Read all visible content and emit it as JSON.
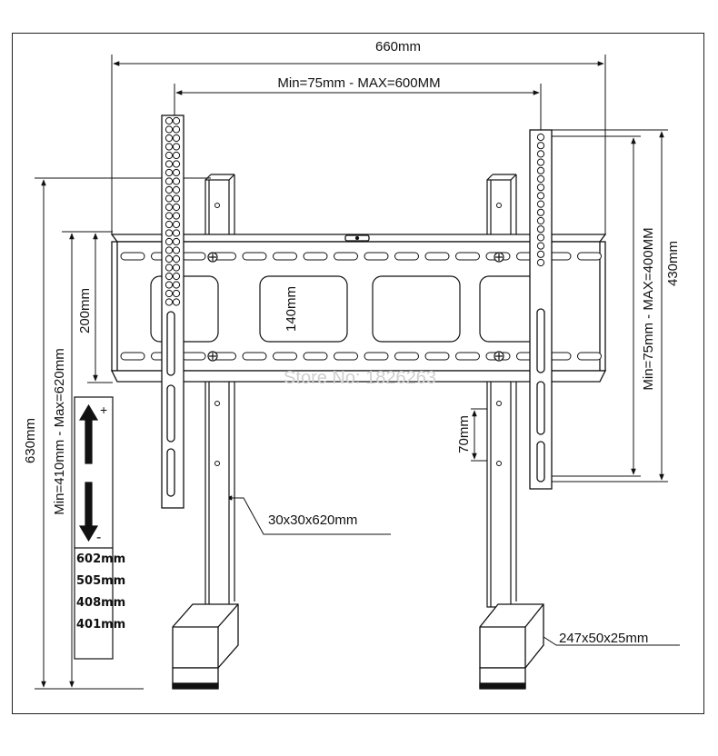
{
  "dimensions": {
    "overall_width": "660mm",
    "vesa_horizontal": "Min=75mm - MAX=600MM",
    "vesa_vertical": "Min=75mm - MAX=400MM",
    "arm_height": "430mm",
    "total_height": "630mm",
    "adjust_range": "Min=410mm - Max=620mm",
    "plate_height": "200mm",
    "slot_height": "140mm",
    "hole_spacing": "70mm",
    "pole_size": "30x30x620mm",
    "base_size": "247x50x25mm"
  },
  "watermark": "Store No: 1826263",
  "height_gauge": {
    "plus": "+",
    "minus": "-",
    "heights": [
      "602mm",
      "505mm",
      "408mm",
      "401mm"
    ]
  }
}
